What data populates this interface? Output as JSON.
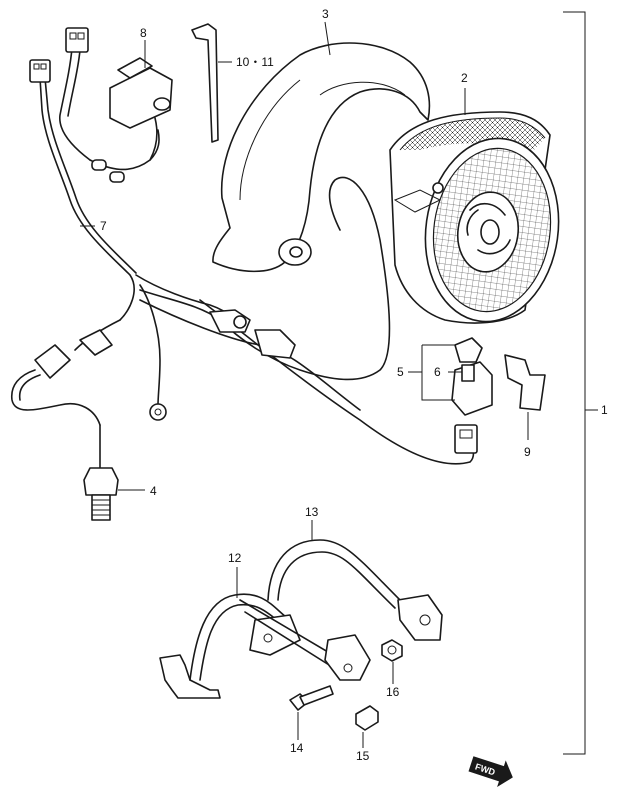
{
  "labels": {
    "l1": "1",
    "l2": "2",
    "l3": "3",
    "l4": "4",
    "l5": "5",
    "l6": "6",
    "l7": "7",
    "l8": "8",
    "l9": "9",
    "l10_11": "10・11",
    "l12": "12",
    "l13": "13",
    "l14": "14",
    "l15": "15",
    "l16": "16"
  },
  "fwd": "FWD"
}
